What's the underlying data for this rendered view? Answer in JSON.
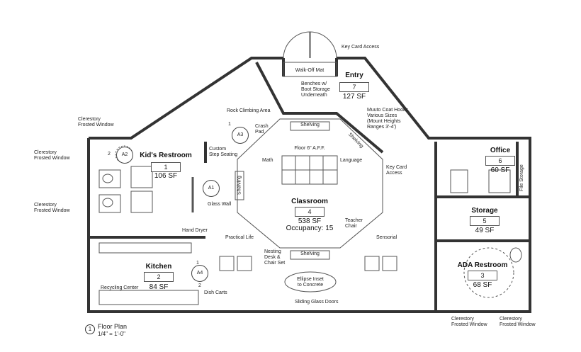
{
  "rooms": {
    "entry": {
      "name": "Entry",
      "number": "7",
      "area": "127 SF"
    },
    "kids_restroom": {
      "name": "Kid's Restroom",
      "number": "1",
      "area": "106 SF"
    },
    "classroom": {
      "name": "Classroom",
      "number": "4",
      "area": "538 SF",
      "occupancy": "Occupancy: 15"
    },
    "kitchen": {
      "name": "Kitchen",
      "number": "2",
      "area": "84 SF"
    },
    "office": {
      "name": "Office",
      "number": "6",
      "area": "60 SF"
    },
    "storage": {
      "name": "Storage",
      "number": "5",
      "area": "49 SF"
    },
    "ada_restroom": {
      "name": "ADA Restroom",
      "number": "3",
      "area": "68 SF"
    }
  },
  "labels": {
    "key_card_access_top": "Key Card Access",
    "walk_off_mat": "Walk-Off Mat",
    "benches": "Benches w/\nBoot Storage\nUnderneath",
    "muuto_hooks": "Muuto Coat Hooks\nVarious Sizes\n(Mount Heights\nRanges 3'-4')",
    "clerestory_1": "Clerestory\nFrosted Window",
    "clerestory_2": "Clerestory\nFrosted Window",
    "clerestory_3": "Clerestory\nFrosted Window",
    "clerestory_4": "Clerestory\nFrosted Window",
    "clerestory_5": "Clerestory\nFrosted Window",
    "rock_climbing": "Rock Climbing Area",
    "crash_pad": "Crash\nPad",
    "custom_step": "Custom\nStep Seating",
    "floor_aff": "Floor 6\" A.F.F.",
    "math": "Math",
    "language": "Language",
    "key_card_access_side": "Key Card\nAccess",
    "file_storage": "File Storage",
    "glass_wall": "Glass Wall",
    "hand_dryer": "Hand Dryer",
    "practical_life": "Practical Life",
    "nesting_desk": "Nesting\nDesk &\nChair Set",
    "teacher_chair": "Teacher\nChair",
    "sensorial": "Sensorial",
    "ellipse_inset": "Ellipse Inset\nto Concrete",
    "recycling_center": "Recycling Center",
    "dish_carts": "Dish Carts",
    "sliding_glass_doors": "Sliding Glass Doors"
  },
  "shelving": {
    "label": "Shelving"
  },
  "tags": {
    "a1": "A1",
    "a2": "A2",
    "a3": "A3",
    "a4": "A4",
    "a2b": "A2",
    "n1": "1",
    "n2": "2",
    "n3": "1",
    "n4": "2"
  },
  "title": {
    "number": "1",
    "name": "Floor Plan",
    "scale": "1/4\" = 1'-0\""
  }
}
